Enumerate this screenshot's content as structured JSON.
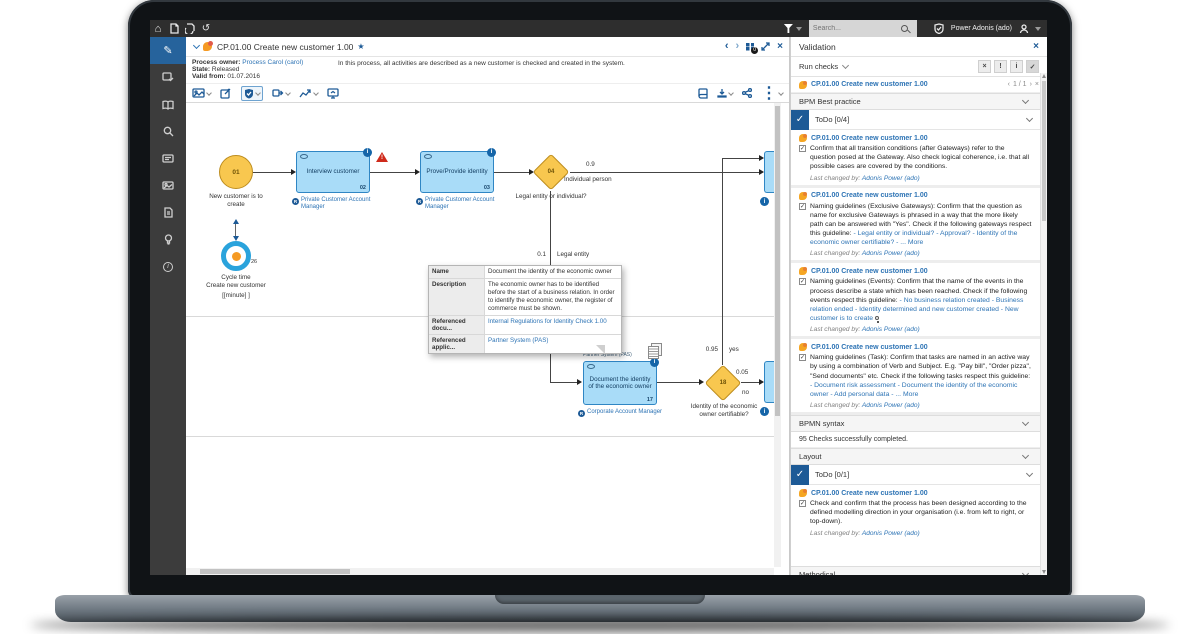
{
  "topbar": {
    "search_placeholder": "Search...",
    "user": "Power Adonis (ado)"
  },
  "tab": {
    "title": "CP.01.00 Create new customer 1.00",
    "nav_badge": "0"
  },
  "meta": {
    "owner_label": "Process owner:",
    "owner": "Process Carol (carol)",
    "state_label": "State:",
    "state": "Released",
    "valid_label": "Valid from:",
    "valid": "01.07.2016",
    "description": "In this process, all activities are described as a new customer is checked and created in the system."
  },
  "diagram": {
    "start": {
      "num": "01",
      "label": "New customer is to create"
    },
    "cycle": {
      "num": "26",
      "line1": "Cycle time",
      "line2": "Create new customer",
      "line3": "[[minute] ]"
    },
    "tasks": [
      {
        "num": "02",
        "label": "Interview customer",
        "role": "Private Customer Account Manager"
      },
      {
        "num": "03",
        "label": "Prove/Provide identity",
        "role": "Private Customer Account Manager"
      },
      {
        "num": "17",
        "label": "Document the identity of the economic owner",
        "role": "Corporate Account Manager",
        "annotation": "Partner System (PAS)"
      }
    ],
    "gateways": [
      {
        "num": "04",
        "label": "Legal entity or individual?"
      },
      {
        "num": "18",
        "label": "Identity of the economic owner certifiable?"
      }
    ],
    "edges": {
      "ind_prob": "0.9",
      "ind_label": "Individual person",
      "le_prob": "0.1",
      "le_label": "Legal entity",
      "yes_prob": "0.95",
      "yes_label": "yes",
      "no_prob": "0.05",
      "no_label": "no"
    },
    "tooltip": {
      "rows": [
        {
          "label": "Name",
          "value": "Document the identity of the economic owner"
        },
        {
          "label": "Description",
          "value": "The economic owner has to be identified before the start of a business relation. In order to identify the economic owner, the register of commerce must be shown."
        },
        {
          "label": "Referenced docu...",
          "value": "Internal Regulations for Identity Check 1.00"
        },
        {
          "label": "Referenced applic...",
          "value": "Partner System (PAS)"
        }
      ]
    }
  },
  "panel": {
    "title": "Validation",
    "run_checks": "Run checks",
    "model_link": "CP.01.00 Create new customer 1.00",
    "pager": "1 / 1",
    "sections": {
      "bpm": "BPM Best practice",
      "todo1": "ToDo [0/4]",
      "bpmn": "BPMN syntax",
      "bpmn_result": "95 Checks successfully completed.",
      "layout": "Layout",
      "todo2": "ToDo [0/1]",
      "methodical": "Methodical"
    },
    "last_changed_label": "Last changed by:",
    "last_changed_by": "Adonis Power (ado)",
    "items": [
      {
        "text": "Confirm that all transition conditions (after Gateways) refer to the question posed at the Gateway. Also check logical coherence, i.e. that all possible cases are covered by the conditions.",
        "links": "",
        "more": ""
      },
      {
        "text": "Naming guidelines (Exclusive Gateways): Confirm that the question as name for exclusive Gateways is phrased in a way that the more likely path can be answered with \"Yes\". Check if the following gateways respect this guideline: ",
        "links": "- Legal entity or individual? - Approval? - Identity of the economic owner certifiable? - ...",
        "more": "More"
      },
      {
        "text": "Naming guidelines (Events): Confirm that the name of the events in the process describe a state which has been reached. Check if the following events respect this guideline: ",
        "links": "- No business relation created - Business relation ended - Identity determined and new customer created - New customer is to create",
        "more": ""
      },
      {
        "text": "Naming guidelines (Task): Confirm that tasks are named in an active way by using a combination of Verb and Subject. E.g. \"Pay bill\", \"Order pizza\", \"Send documents\" etc. Check if the following tasks respect this guideline: ",
        "links": "- Document risk assessment - Document the identity of the economic owner - Add personal data - ...",
        "more": "More"
      },
      {
        "text": "Check and confirm that the process has been designed according to the defined modelling direction in your organisation (i.e. from left to right, or top-down).",
        "links": "",
        "more": ""
      }
    ]
  },
  "icons": {
    "close": "×",
    "check": "✓",
    "excl": "!",
    "info": "i",
    "chev_left": "‹",
    "chev_right": "›",
    "star": "★",
    "kebab": "⋮",
    "pencil": "✎",
    "home": "⌂",
    "history": "↺"
  }
}
